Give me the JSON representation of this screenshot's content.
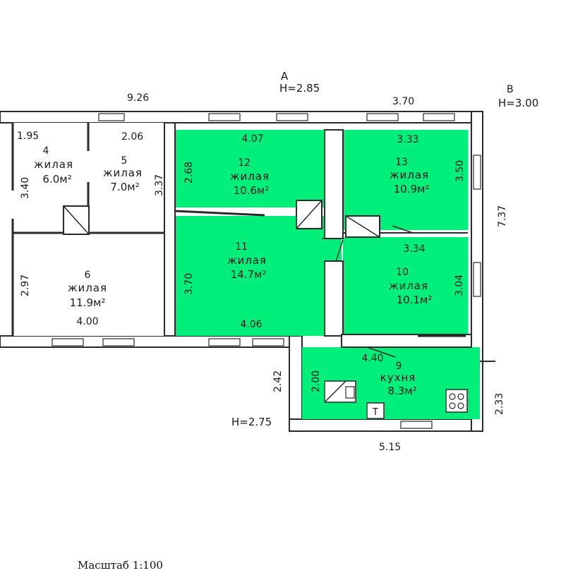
{
  "header": {
    "axis_a": "А",
    "height_a": "H=2.85",
    "axis_b": "В",
    "height_b": "H=3.00",
    "height_annex": "H=2.75"
  },
  "dimensions": {
    "total_left": "9.26",
    "total_right": "3.70",
    "side_right": "7.37",
    "annex_width": "5.15",
    "annex_left": "2.42",
    "annex_right": "2.33",
    "r4_width": "1.95",
    "r4_height": "3.40",
    "r5_width": "2.06",
    "r5_height": "3.37",
    "r6_height": "2.97",
    "r6_width": "4.00",
    "r12_width": "4.07",
    "r12_height": "2.68",
    "r11_height": "3.70",
    "r11_width": "4.06",
    "r13_width": "3.33",
    "r13_height": "3.50",
    "r10_width": "3.34",
    "r10_height": "3.04",
    "r9_width": "4.40",
    "r9_height": "2.00"
  },
  "rooms": [
    {
      "id": "r4",
      "number": "4",
      "type": "жилая",
      "area": "6.0м²",
      "highlighted": false
    },
    {
      "id": "r5",
      "number": "5",
      "type": "жилая",
      "area": "7.0м²",
      "highlighted": false
    },
    {
      "id": "r6",
      "number": "6",
      "type": "жилая",
      "area": "11.9м²",
      "highlighted": false
    },
    {
      "id": "r12",
      "number": "12",
      "type": "жилая",
      "area": "10.6м²",
      "highlighted": true
    },
    {
      "id": "r11",
      "number": "11",
      "type": "жилая",
      "area": "14.7м²",
      "highlighted": true
    },
    {
      "id": "r13",
      "number": "13",
      "type": "жилая",
      "area": "10.9м²",
      "highlighted": true
    },
    {
      "id": "r10",
      "number": "10",
      "type": "жилая",
      "area": "10.1м²",
      "highlighted": true
    },
    {
      "id": "r9",
      "number": "9",
      "type": "кухня",
      "area": "8.3м²",
      "highlighted": true
    }
  ],
  "symbols": {
    "radiator_letter": "Т"
  },
  "colors": {
    "highlight": "#00ee7a",
    "ink": "#1a1a1a"
  },
  "footer": {
    "scale": "Масштаб 1:100"
  }
}
